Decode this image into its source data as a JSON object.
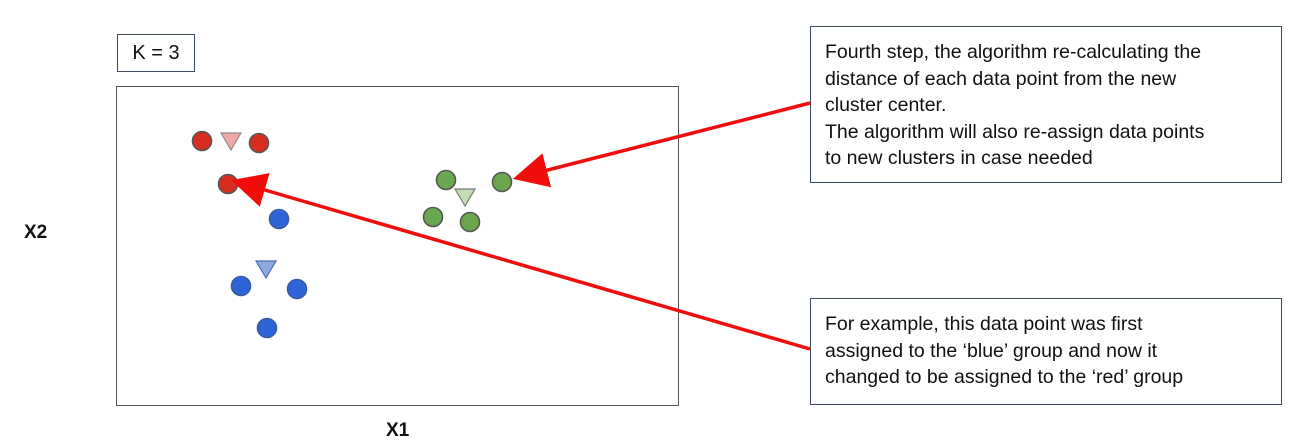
{
  "k_label": "K = 3",
  "axes": {
    "x": "X1",
    "y": "X2"
  },
  "notes": {
    "step": [
      "Fourth step, the algorithm re-calculating the",
      "distance of each data point from the new",
      "cluster center.",
      "The algorithm will also re-assign data points",
      "to new clusters in case needed"
    ],
    "example": [
      "For example, this data point was first",
      "assigned to the ‘blue’ group and now it",
      "changed to be assigned to the ‘red’ group"
    ]
  },
  "colors": {
    "red": "#d62d20",
    "blue": "#2d65d8",
    "green": "#6aa84f",
    "red_centroid": "#f0a8a8",
    "blue_centroid": "#8fa9e3",
    "green_centroid": "#c5dcb9",
    "arrow": "#f20d0d"
  }
}
